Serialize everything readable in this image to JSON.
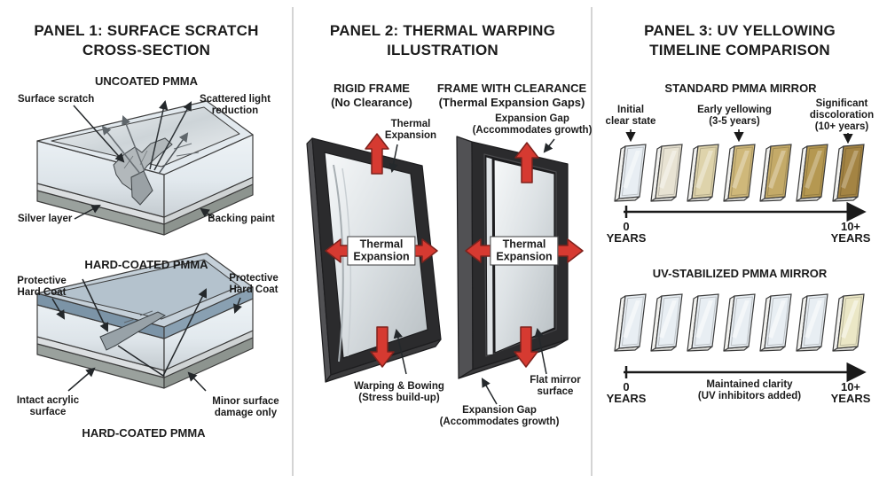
{
  "accent_red": "#d63a31",
  "panel1": {
    "title": [
      "PANEL 1: SURFACE SCRATCH",
      "CROSS-SECTION"
    ],
    "uncoated_heading": "UNCOATED PMMA",
    "uncoated_labels": {
      "surface_scratch": "Surface scratch",
      "scattered_light": [
        "Scattered light",
        "reduction"
      ],
      "silver_layer": "Silver layer",
      "backing_paint": "Backing paint"
    },
    "coated_heading": "HARD-COATED PMMA",
    "coated_labels": {
      "hard_coat_left": [
        "Protective",
        "Hard Coat"
      ],
      "hard_coat_right": [
        "Protective",
        "Hard Coat"
      ],
      "intact_acrylic": [
        "Intact acrylic",
        "surface"
      ],
      "minor_damage": [
        "Minor surface",
        "damage only"
      ]
    },
    "coated_caption": "HARD-COATED PMMA"
  },
  "panel2": {
    "title": [
      "PANEL 2: THERMAL WARPING",
      "ILLUSTRATION"
    ],
    "left": {
      "heading": "RIGID FRAME",
      "subheading": "(No Clearance)",
      "top_label": [
        "Thermal",
        "Expansion"
      ],
      "mid_label": [
        "Thermal",
        "Expansion"
      ],
      "bottom_label": [
        "Warping & Bowing",
        "(Stress build-up)"
      ]
    },
    "right": {
      "heading": "FRAME WITH CLEARANCE",
      "subheading": "(Thermal Expansion Gaps)",
      "top_label": [
        "Expansion Gap",
        "(Accommodates growth)"
      ],
      "mid_label": [
        "Thermal",
        "Expansion"
      ],
      "flat_label": [
        "Flat mirror",
        "surface"
      ],
      "bottom_label": [
        "Expansion Gap",
        "(Accommodates growth)"
      ]
    }
  },
  "panel3": {
    "title": [
      "PANEL 3: UV YELLOWING",
      "TIMELINE COMPARISON"
    ],
    "standard": {
      "heading": "STANDARD PMMA MIRROR",
      "annotation_initial": [
        "Initial",
        "clear state"
      ],
      "annotation_early": [
        "Early yellowing",
        "(3-5 years)"
      ],
      "annotation_significant": [
        "Significant",
        "discoloration",
        "(10+ years)"
      ],
      "timeline": {
        "start": "0",
        "start_unit": "YEARS",
        "end": "10+",
        "end_unit": "YEARS"
      },
      "colors": [
        "#e8eef3",
        "#e8e3d3",
        "#ded3ab",
        "#cfb87a",
        "#c4aa68",
        "#b59851",
        "#a48443"
      ]
    },
    "stabilized": {
      "heading": "UV-STABILIZED PMMA MIRROR",
      "timeline": {
        "start": "0",
        "start_unit": "YEARS",
        "end": "10+",
        "end_unit": "YEARS",
        "center": [
          "Maintained clarity",
          "(UV inhibitors added)"
        ]
      },
      "colors": [
        "#e8eef3",
        "#e8eef3",
        "#e8eef3",
        "#e8eef3",
        "#e8eef3",
        "#e8eef3",
        "#ebe7c6"
      ]
    }
  }
}
